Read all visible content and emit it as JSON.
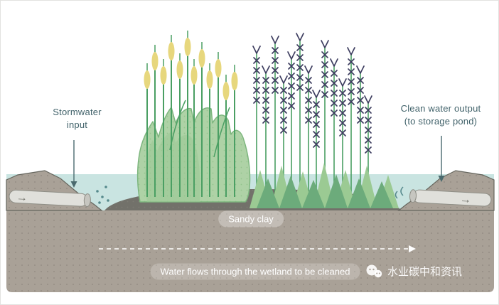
{
  "labels": {
    "stormwater_input": "Stormwater\ninput",
    "clean_water_output": "Clean water output\n(to storage pond)",
    "sandy_clay": "Sandy clay",
    "flow_caption": "Water flows through the wetland to be cleaned"
  },
  "watermark": {
    "text": "水业碳中和资讯"
  },
  "icons": {
    "pipe_flow_arrow": "→"
  },
  "colors": {
    "water": "#c9e4e1",
    "soil": "#a9a197",
    "mound": "#72716a",
    "bushFill": "#aed2a6",
    "bushStroke": "#7db67e",
    "bushInner": "#9ac794",
    "grassLight": "#9bca93",
    "grassDark": "#6cab7b",
    "stem": "#4a9f63",
    "cattail": "#e7d77d",
    "flower": "#3d3d5f",
    "pipe": "#e0e0db",
    "pipeStroke": "#8e8e86",
    "labelText": "#41626a",
    "arrow": "#4a6a6e"
  }
}
